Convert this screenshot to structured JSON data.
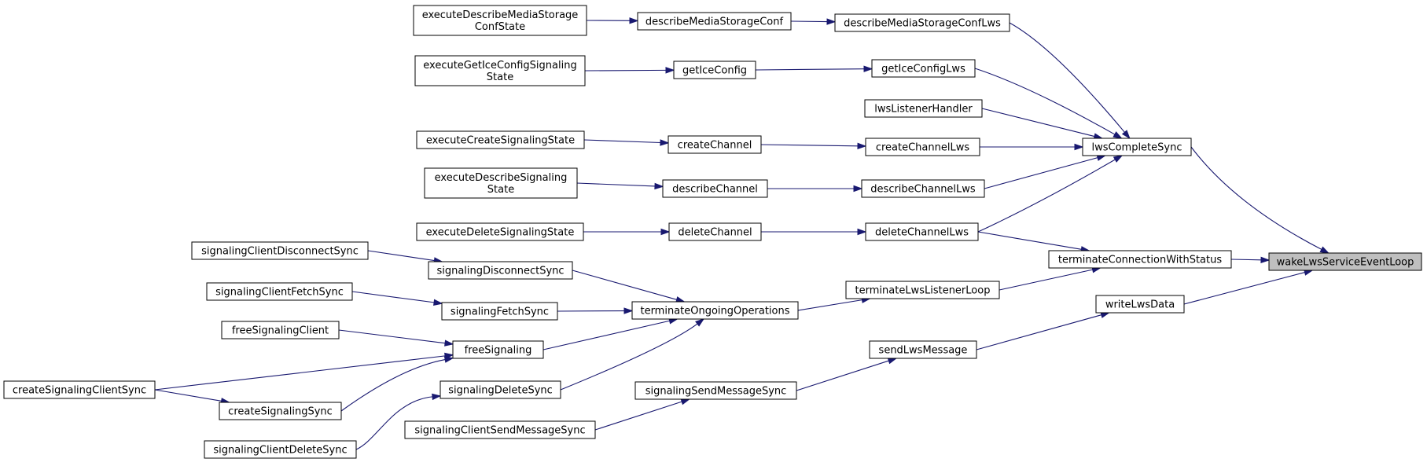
{
  "graph": {
    "root": "wakeLwsServiceEventLoop",
    "nodes": [
      {
        "id": "wake",
        "label": [
          "wakeLwsServiceEventLoop"
        ],
        "root": true
      },
      {
        "id": "term",
        "label": [
          "terminateConnectionWithStatus"
        ]
      },
      {
        "id": "write",
        "label": [
          "writeLwsData"
        ]
      },
      {
        "id": "lcs",
        "label": [
          "lwsCompleteSync"
        ]
      },
      {
        "id": "dcl",
        "label": [
          "deleteChannelLws"
        ]
      },
      {
        "id": "tll",
        "label": [
          "terminateLwsListenerLoop"
        ]
      },
      {
        "id": "slm",
        "label": [
          "sendLwsMessage"
        ]
      },
      {
        "id": "dmscl",
        "label": [
          "describeMediaStorageConfLws"
        ]
      },
      {
        "id": "gicl",
        "label": [
          "getIceConfigLws"
        ]
      },
      {
        "id": "llh",
        "label": [
          "lwsListenerHandler"
        ]
      },
      {
        "id": "ccl",
        "label": [
          "createChannelLws"
        ]
      },
      {
        "id": "dchl",
        "label": [
          "describeChannelLws"
        ]
      },
      {
        "id": "dmsc",
        "label": [
          "describeMediaStorageConf"
        ]
      },
      {
        "id": "edmsc",
        "label": [
          "executeDescribeMediaStorage",
          "ConfState"
        ]
      },
      {
        "id": "gic",
        "label": [
          "getIceConfig"
        ]
      },
      {
        "id": "egic",
        "label": [
          "executeGetIceConfigSignaling",
          "State"
        ]
      },
      {
        "id": "cc",
        "label": [
          "createChannel"
        ]
      },
      {
        "id": "ecss",
        "label": [
          "executeCreateSignalingState"
        ]
      },
      {
        "id": "dch",
        "label": [
          "describeChannel"
        ]
      },
      {
        "id": "edss",
        "label": [
          "executeDescribeSignaling",
          "State"
        ]
      },
      {
        "id": "dc",
        "label": [
          "deleteChannel"
        ]
      },
      {
        "id": "edels",
        "label": [
          "executeDeleteSignalingState"
        ]
      },
      {
        "id": "too",
        "label": [
          "terminateOngoingOperations"
        ]
      },
      {
        "id": "sds",
        "label": [
          "signalingDisconnectSync"
        ]
      },
      {
        "id": "scds",
        "label": [
          "signalingClientDisconnectSync"
        ]
      },
      {
        "id": "sfs",
        "label": [
          "signalingFetchSync"
        ]
      },
      {
        "id": "scfs",
        "label": [
          "signalingClientFetchSync"
        ]
      },
      {
        "id": "fs",
        "label": [
          "freeSignaling"
        ]
      },
      {
        "id": "fsc",
        "label": [
          "freeSignalingClient"
        ]
      },
      {
        "id": "cscs",
        "label": [
          "createSignalingClientSync"
        ]
      },
      {
        "id": "css",
        "label": [
          "createSignalingSync"
        ]
      },
      {
        "id": "sdels",
        "label": [
          "signalingDeleteSync"
        ]
      },
      {
        "id": "scdels",
        "label": [
          "signalingClientDeleteSync"
        ]
      },
      {
        "id": "ssms",
        "label": [
          "signalingSendMessageSync"
        ]
      },
      {
        "id": "scsms",
        "label": [
          "signalingClientSendMessageSync"
        ]
      }
    ],
    "edges": [
      [
        "term",
        "wake"
      ],
      [
        "write",
        "wake"
      ],
      [
        "lcs",
        "wake"
      ],
      [
        "dcl",
        "term"
      ],
      [
        "tll",
        "term"
      ],
      [
        "slm",
        "write"
      ],
      [
        "dmscl",
        "lcs"
      ],
      [
        "gicl",
        "lcs"
      ],
      [
        "llh",
        "lcs"
      ],
      [
        "ccl",
        "lcs"
      ],
      [
        "dchl",
        "lcs"
      ],
      [
        "dcl",
        "lcs"
      ],
      [
        "dmsc",
        "dmscl"
      ],
      [
        "edmsc",
        "dmsc"
      ],
      [
        "gic",
        "gicl"
      ],
      [
        "egic",
        "gic"
      ],
      [
        "cc",
        "ccl"
      ],
      [
        "ecss",
        "cc"
      ],
      [
        "dch",
        "dchl"
      ],
      [
        "edss",
        "dch"
      ],
      [
        "dc",
        "dcl"
      ],
      [
        "edels",
        "dc"
      ],
      [
        "too",
        "tll"
      ],
      [
        "sds",
        "too"
      ],
      [
        "sfs",
        "too"
      ],
      [
        "fs",
        "too"
      ],
      [
        "sdels",
        "too"
      ],
      [
        "scds",
        "sds"
      ],
      [
        "scfs",
        "sfs"
      ],
      [
        "fsc",
        "fs"
      ],
      [
        "cscs",
        "fs"
      ],
      [
        "css",
        "fs"
      ],
      [
        "cscs",
        "css"
      ],
      [
        "scdels",
        "sdels"
      ],
      [
        "ssms",
        "slm"
      ],
      [
        "scsms",
        "ssms"
      ]
    ]
  }
}
